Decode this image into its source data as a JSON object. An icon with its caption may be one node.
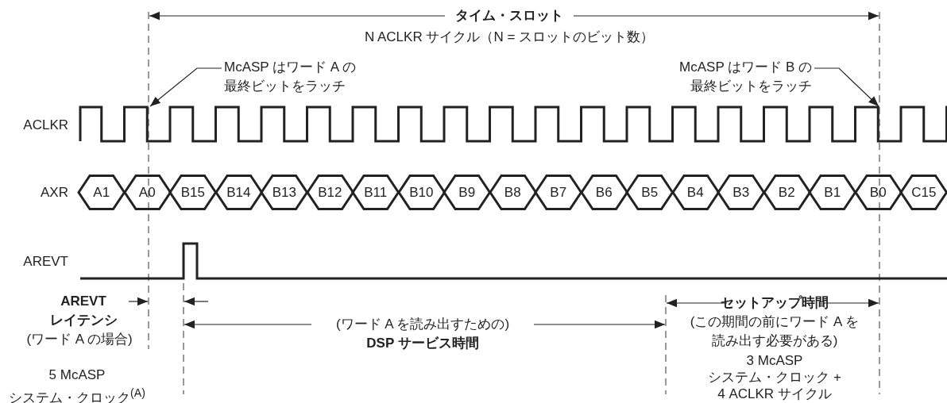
{
  "diagram": {
    "nodes": [
      {
        "text": [
          "McASP はワード A の最終ビットをラッチ"
        ]
      },
      {
        "text": [
          "McASP はワード B の最終ビットをラッチ"
        ]
      },
      {
        "text": [],
        "shape": "waveform"
      },
      {
        "text": [
          "A1"
        ]
      },
      {
        "text": [
          "A0"
        ]
      },
      {
        "text": [
          "B15"
        ]
      },
      {
        "text": [
          "B14"
        ]
      },
      {
        "text": [
          "B13"
        ]
      },
      {
        "text": [
          "B12"
        ]
      },
      {
        "text": [
          "B11"
        ]
      },
      {
        "text": [
          "B10"
        ]
      },
      {
        "text": [
          "B9"
        ]
      },
      {
        "text": [
          "B8"
        ]
      },
      {
        "text": [
          "B7"
        ]
      },
      {
        "text": [
          "B6"
        ]
      },
      {
        "text": [
          "B5"
        ]
      },
      {
        "text": [
          "B4"
        ]
      },
      {
        "text": [
          "B3"
        ]
      },
      {
        "text": [
          "B2"
        ]
      },
      {
        "text": [
          "B1"
        ]
      },
      {
        "text": [
          "B0"
        ]
      },
      {
        "text": [
          "C15"
        ]
      }
    ],
    "edges": [
      {
        "from": 0,
        "to": 2,
        "arrow": "to"
      },
      {
        "from": 1,
        "to": 2,
        "arrow": "to"
      }
    ],
    "labels": [
      "タイム・スロット",
      "N ACLKR サイクル（N = スロットのビット数）",
      "ACLKR",
      "AXR",
      "AREVT",
      "AREVT レイテンシ",
      "(ワード A の場合)",
      "(ワード A を読み出すための) **DSP サービス時間**",
      "セットアップ時間",
      "(この期間の前にワード A を読み出す必要がある)",
      "5 McASP システム・クロック$^{(A)}$",
      "3 McASP システム・クロック + 4 ACLKR サイクル"
    ]
  }
}
